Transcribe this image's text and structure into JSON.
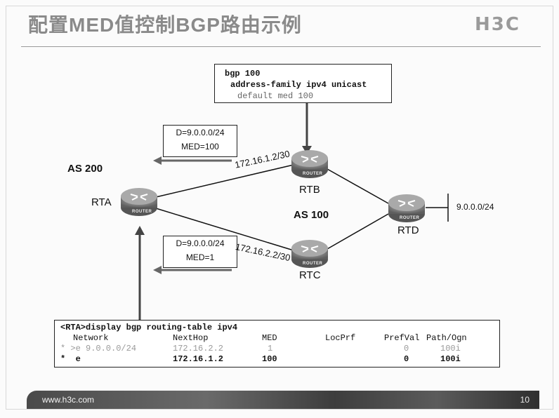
{
  "slide": {
    "title": "配置MED值控制BGP路由示例",
    "logo": "H3C",
    "footer_url": "www.h3c.com",
    "page_number": "10"
  },
  "config_box": {
    "lines": [
      "bgp 100",
      "address-family ipv4 unicast",
      "default med 100"
    ]
  },
  "advert_top": {
    "line1": "D=9.0.0.0/24",
    "line2": "MED=100"
  },
  "advert_bottom": {
    "line1": "D=9.0.0.0/24",
    "line2": "MED=1"
  },
  "labels": {
    "as200": "AS 200",
    "as100": "AS 100",
    "rta": "RTA",
    "rtb": "RTB",
    "rtc": "RTC",
    "rtd": "RTD",
    "ip_rtb": "172.16.1.2/30",
    "ip_rtc": "172.16.2.2/30",
    "network": "9.0.0.0/24",
    "router_badge": "ROUTER"
  },
  "routing_table": {
    "command": "<RTA>display bgp routing-table ipv4",
    "headers": [
      "Network",
      "NextHop",
      "MED",
      "LocPrf",
      "PrefVal",
      "Path/Ogn"
    ],
    "rows": [
      {
        "flag": "* >e 9.0.0.0/24",
        "nexthop": "172.16.2.2",
        "med": "1",
        "locprf": "",
        "prefval": "0",
        "path": "100i"
      },
      {
        "flag": "*  e",
        "nexthop": "172.16.1.2",
        "med": "100",
        "locprf": "",
        "prefval": "0",
        "path": "100i"
      }
    ]
  }
}
